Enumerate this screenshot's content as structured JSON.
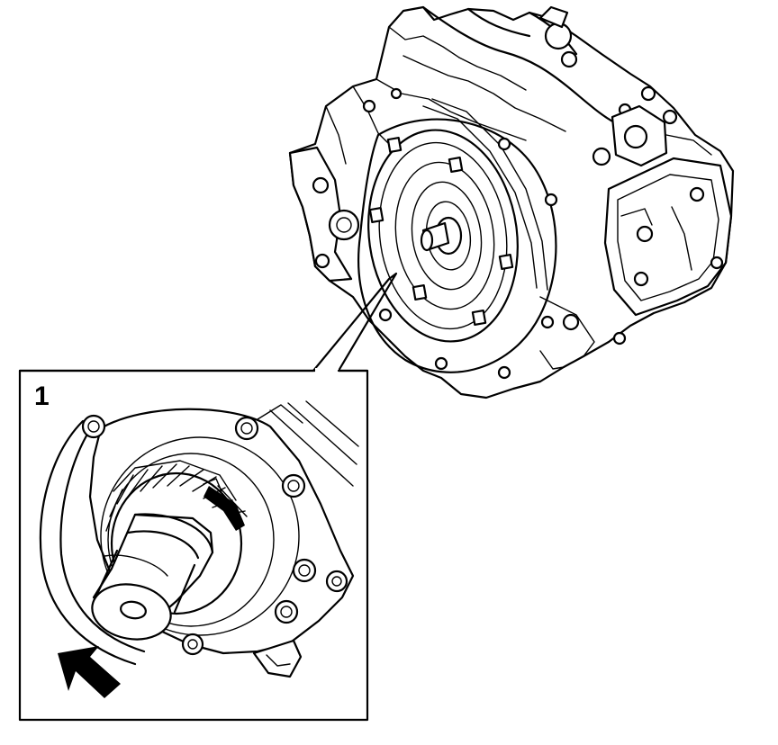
{
  "diagram": {
    "callout_number": "1",
    "colors": {
      "line": "#000000",
      "background": "#ffffff"
    },
    "parts": [
      "transmission-assembly",
      "torque-converter",
      "detail-view",
      "input-shaft",
      "direction-arrow"
    ]
  }
}
